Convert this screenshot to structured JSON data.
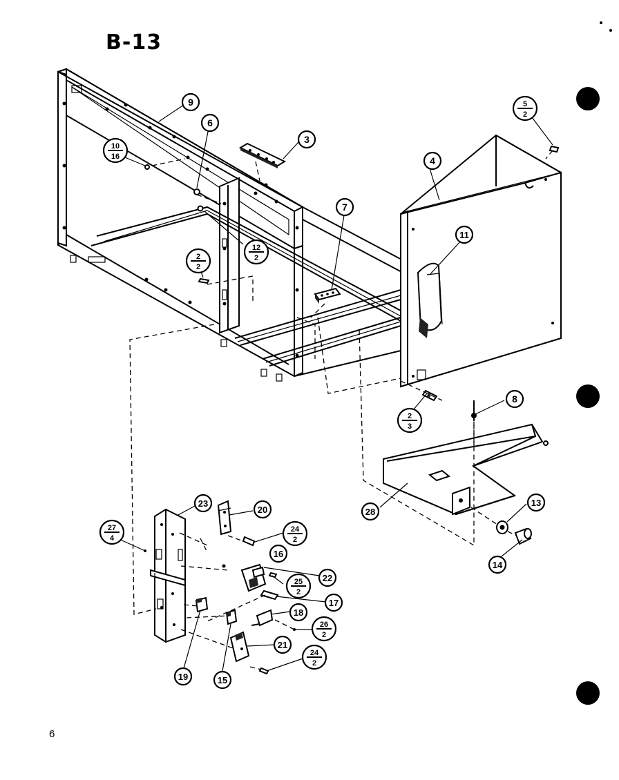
{
  "diagram": {
    "title": "B-13",
    "page_number": "6",
    "callouts": [
      {
        "id": "c9",
        "type": "single",
        "text": "9"
      },
      {
        "id": "c6",
        "type": "single",
        "text": "6"
      },
      {
        "id": "c3",
        "type": "single",
        "text": "3"
      },
      {
        "id": "c4",
        "type": "single",
        "text": "4"
      },
      {
        "id": "c7",
        "type": "single",
        "text": "7"
      },
      {
        "id": "c11",
        "type": "single",
        "text": "11"
      },
      {
        "id": "c8",
        "type": "single",
        "text": "8"
      },
      {
        "id": "c13",
        "type": "single",
        "text": "13"
      },
      {
        "id": "c14",
        "type": "single",
        "text": "14"
      },
      {
        "id": "c28",
        "type": "single",
        "text": "28"
      },
      {
        "id": "c23",
        "type": "single",
        "text": "23"
      },
      {
        "id": "c20",
        "type": "single",
        "text": "20"
      },
      {
        "id": "c16",
        "type": "single",
        "text": "16"
      },
      {
        "id": "c22",
        "type": "single",
        "text": "22"
      },
      {
        "id": "c17",
        "type": "single",
        "text": "17"
      },
      {
        "id": "c18",
        "type": "single",
        "text": "18"
      },
      {
        "id": "c21",
        "type": "single",
        "text": "21"
      },
      {
        "id": "c19",
        "type": "single",
        "text": "19"
      },
      {
        "id": "c15",
        "type": "single",
        "text": "15"
      },
      {
        "id": "f5_2",
        "type": "fraction",
        "top": "5",
        "bottom": "2"
      },
      {
        "id": "f10_16",
        "type": "fraction",
        "top": "10",
        "bottom": "16"
      },
      {
        "id": "f12_2",
        "type": "fraction",
        "top": "12",
        "bottom": "2"
      },
      {
        "id": "f2_2",
        "type": "fraction",
        "top": "2",
        "bottom": "2"
      },
      {
        "id": "f2_3",
        "type": "fraction",
        "top": "2",
        "bottom": "3"
      },
      {
        "id": "f27_4",
        "type": "fraction",
        "top": "27",
        "bottom": "4"
      },
      {
        "id": "f24_2a",
        "type": "fraction",
        "top": "24",
        "bottom": "2"
      },
      {
        "id": "f25_2",
        "type": "fraction",
        "top": "25",
        "bottom": "2"
      },
      {
        "id": "f26_2",
        "type": "fraction",
        "top": "26",
        "bottom": "2"
      },
      {
        "id": "f24_2b",
        "type": "fraction",
        "top": "24",
        "bottom": "2"
      }
    ]
  }
}
